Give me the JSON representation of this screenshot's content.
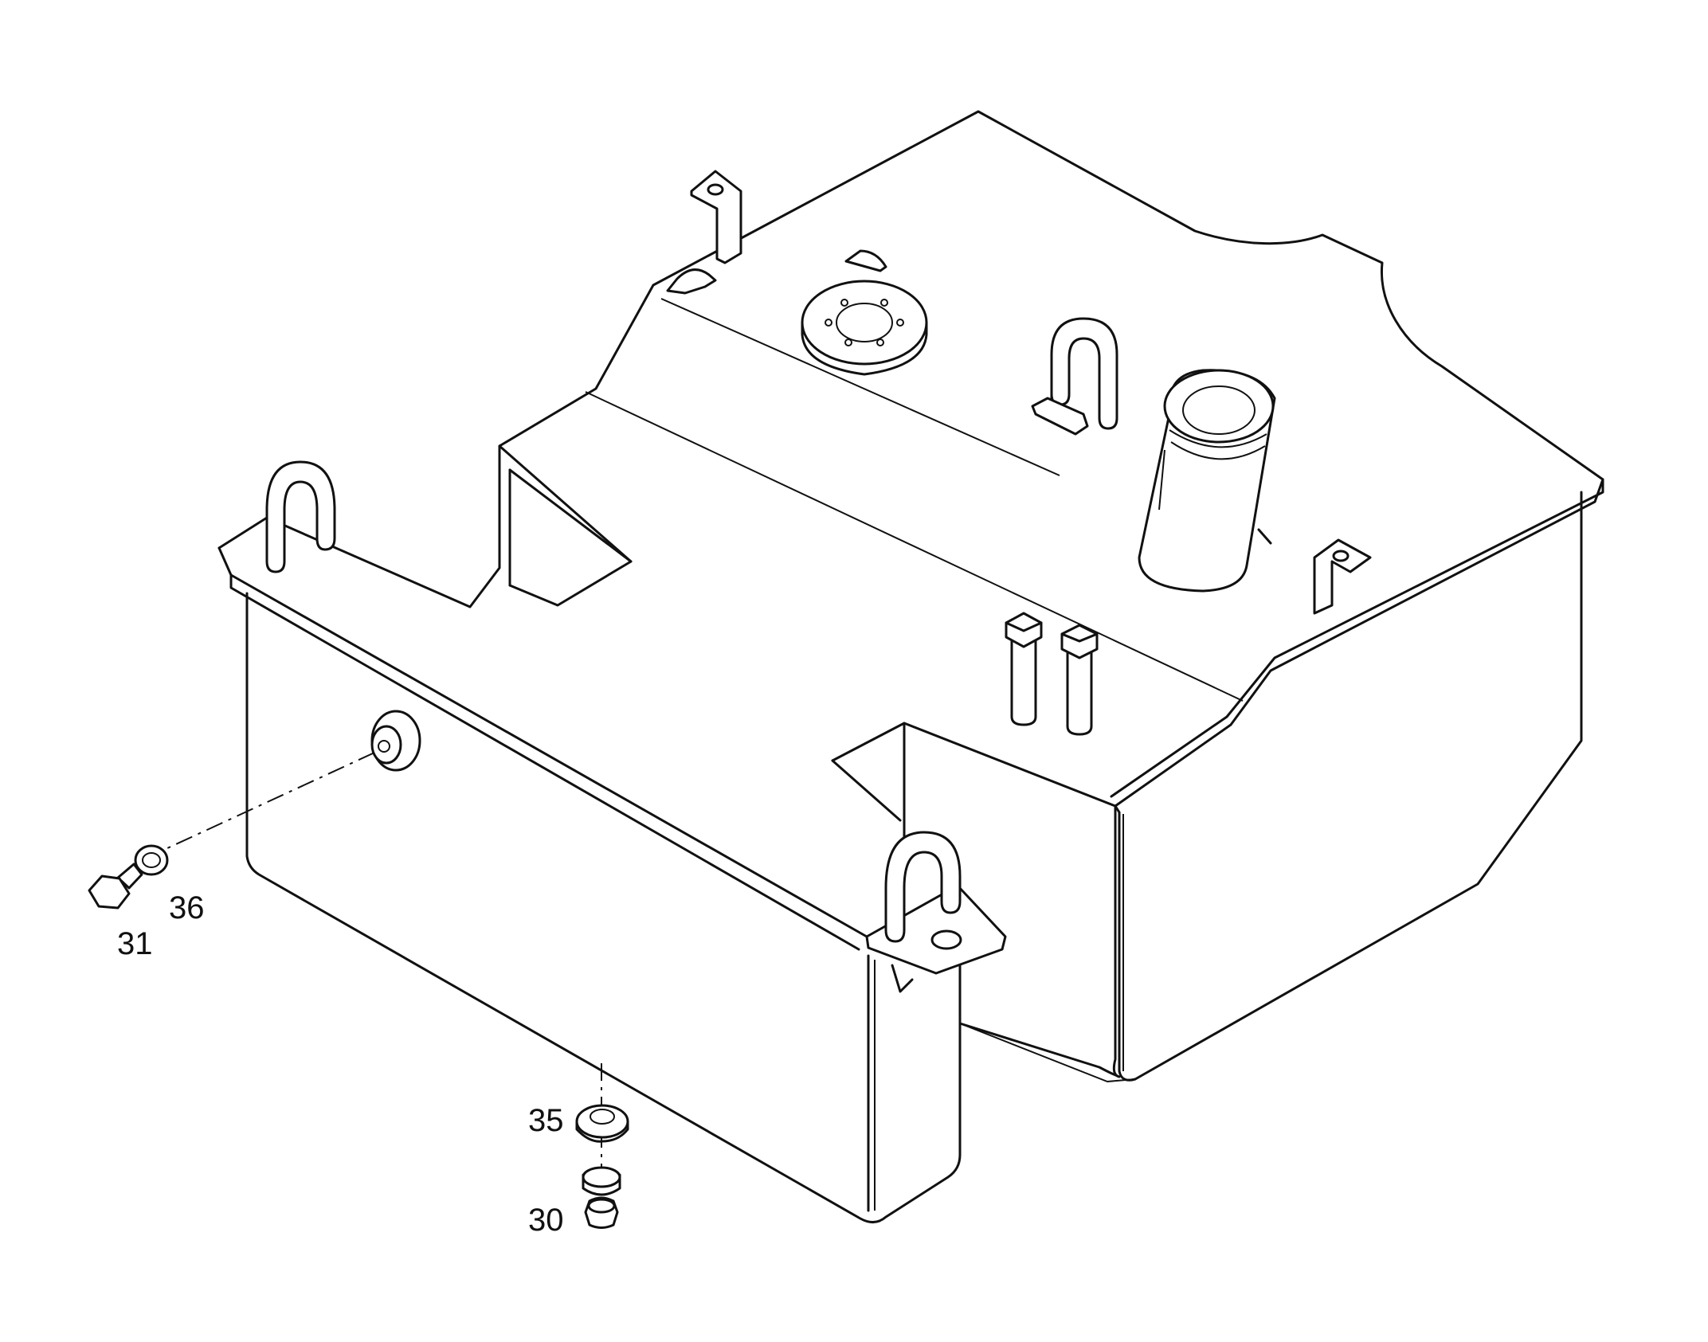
{
  "diagram": {
    "callouts": [
      {
        "id": "c31",
        "label": "31",
        "part": "drain-plug-side"
      },
      {
        "id": "c36",
        "label": "36",
        "part": "seal-ring-side"
      },
      {
        "id": "c35",
        "label": "35",
        "part": "seal-ring-bottom"
      },
      {
        "id": "c30",
        "label": "30",
        "part": "drain-plug-bottom"
      }
    ]
  }
}
